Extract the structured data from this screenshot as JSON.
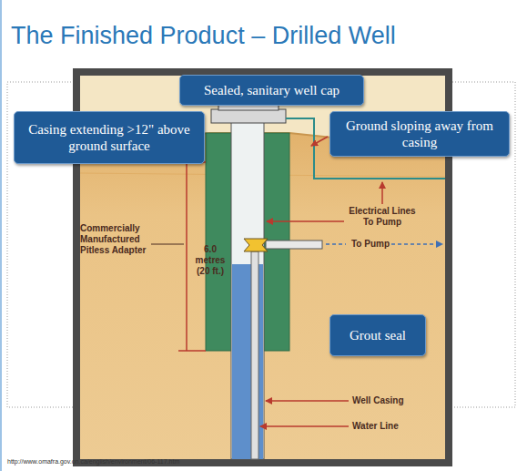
{
  "diagram": {
    "title": "The Finished Product – Drilled Well",
    "nodes": [
      {
        "text": [
          "Sealed, sanitary well cap"
        ]
      },
      {
        "text": [
          "Casing extending >12\" above ground surface"
        ]
      },
      {
        "text": [
          "Ground sloping away from casing"
        ]
      },
      {
        "text": [
          "Grout seal"
        ]
      }
    ],
    "labels": [
      "Electrical Lines To Pump",
      "Commercially Manufactured Pitless Adapter",
      "6.0 metres (20 ft.)",
      "To Pump",
      "Well Casing",
      "Water Line",
      "http://www.omafra.gov.on.ca/english/environment/06-117.htm"
    ]
  }
}
